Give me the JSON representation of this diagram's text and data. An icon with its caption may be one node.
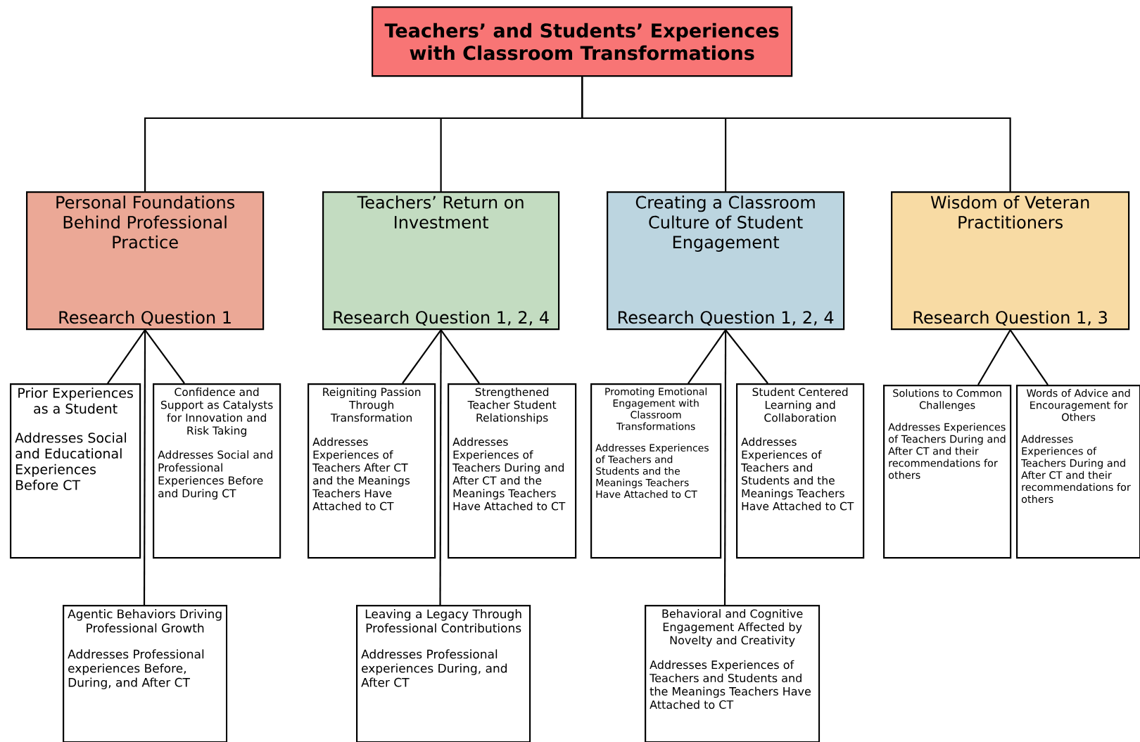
{
  "diagram": {
    "nodes": [
      {
        "text": [
          "Teachers’ and Students’ Experiences with Classroom Transformations"
        ]
      },
      {
        "text": [
          "Personal Foundations Behind Professional Practice",
          "Research Question 1"
        ]
      },
      {
        "text": [
          "Teachers’ Return on Investment",
          "Research Question 1, 2, 4"
        ]
      },
      {
        "text": [
          "Creating a Classroom Culture of Student Engagement",
          "Research Question 1, 2, 4"
        ]
      },
      {
        "text": [
          "Wisdom of Veteran Practitioners",
          "Research Question 1, 3"
        ]
      },
      {
        "text": [
          "Prior Experiences as a Student",
          "Addresses Social and Educational Experiences Before CT"
        ]
      },
      {
        "text": [
          "Confidence and Support as Catalysts for Innovation and Risk Taking",
          "Addresses Social and Professional Experiences Before and During CT"
        ]
      },
      {
        "text": [
          "Reigniting Passion Through Transformation",
          "Addresses Experiences of Teachers After CT and the Meanings Teachers Have Attached to CT"
        ]
      },
      {
        "text": [
          "Strengthened Teacher Student Relationships",
          "Addresses Experiences of Teachers During and After CT and the Meanings Teachers Have Attached to CT"
        ]
      },
      {
        "text": [
          "Promoting Emotional Engagement with Classroom Transformations",
          "Addresses Experiences of Teachers and Students and the Meanings Teachers Have Attached to CT"
        ]
      },
      {
        "text": [
          "Student Centered Learning and Collaboration",
          "Addresses Experiences of Teachers and Students and the Meanings Teachers Have Attached to CT"
        ]
      },
      {
        "text": [
          "Solutions to Common Challenges",
          "Addresses Experiences of Teachers During and After CT and their recommendations for others"
        ]
      },
      {
        "text": [
          "Words of Advice and Encouragement for Others",
          "Addresses Experiences of Teachers During and After CT and their recommendations for others"
        ]
      },
      {
        "text": [
          "Agentic Behaviors Driving Professional Growth",
          "Addresses Professional experiences Before, During, and After CT"
        ]
      },
      {
        "text": [
          "Leaving a Legacy Through Professional Contributions",
          "Addresses Professional experiences During, and After CT"
        ]
      },
      {
        "text": [
          "Behavioral and Cognitive Engagement Affected by Novelty and Creativity",
          "Addresses Experiences of Teachers and Students and the Meanings Teachers Have Attached to CT"
        ]
      }
    ],
    "edges": [
      {
        "from": 0,
        "to": 1,
        "arrow": "none"
      },
      {
        "from": 0,
        "to": 2,
        "arrow": "none"
      },
      {
        "from": 0,
        "to": 3,
        "arrow": "none"
      },
      {
        "from": 0,
        "to": 4,
        "arrow": "none"
      },
      {
        "from": 1,
        "to": 5,
        "arrow": "none"
      },
      {
        "from": 1,
        "to": 6,
        "arrow": "none"
      },
      {
        "from": 1,
        "to": 13,
        "arrow": "none"
      },
      {
        "from": 2,
        "to": 7,
        "arrow": "none"
      },
      {
        "from": 2,
        "to": 8,
        "arrow": "none"
      },
      {
        "from": 2,
        "to": 14,
        "arrow": "none"
      },
      {
        "from": 3,
        "to": 9,
        "arrow": "none"
      },
      {
        "from": 3,
        "to": 10,
        "arrow": "none"
      },
      {
        "from": 3,
        "to": 15,
        "arrow": "none"
      },
      {
        "from": 4,
        "to": 11,
        "arrow": "none"
      },
      {
        "from": 4,
        "to": 12,
        "arrow": "none"
      }
    ]
  }
}
